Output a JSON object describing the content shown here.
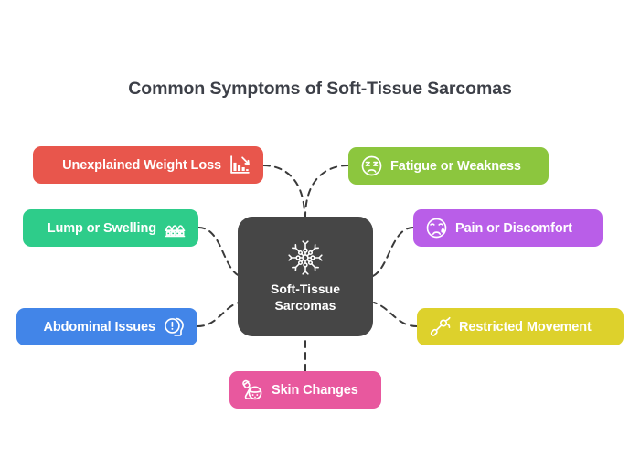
{
  "page": {
    "background_color": "#ffffff",
    "title": "Common Symptoms of Soft-Tissue Sarcomas",
    "title_color": "#3d4048"
  },
  "center": {
    "label": "Soft-Tissue\nSarcomas",
    "icon": "cell-molecule-icon",
    "background_color": "#464646",
    "text_color": "#ffffff"
  },
  "branches": [
    {
      "key": "weight_loss",
      "label": "Unexplained Weight Loss",
      "icon": "declining-bar-chart-icon",
      "color": "#e8564c",
      "side": "left",
      "icon_position": "right"
    },
    {
      "key": "lump",
      "label": "Lump or Swelling",
      "icon": "swelling-bandage-icon",
      "color": "#2ecc8a",
      "side": "left",
      "icon_position": "right"
    },
    {
      "key": "abdominal",
      "label": "Abdominal Issues",
      "icon": "head-alert-icon",
      "color": "#4285e8",
      "side": "left",
      "icon_position": "right"
    },
    {
      "key": "skin",
      "label": "Skin Changes",
      "icon": "skin-dermatology-icon",
      "color": "#e8589e",
      "side": "bottom",
      "icon_position": "left"
    },
    {
      "key": "fatigue",
      "label": "Fatigue or Weakness",
      "icon": "tired-face-icon",
      "color": "#8cc63e",
      "side": "right",
      "icon_position": "left"
    },
    {
      "key": "pain",
      "label": "Pain or Discomfort",
      "icon": "crying-face-icon",
      "color": "#b95ee8",
      "side": "right",
      "icon_position": "left"
    },
    {
      "key": "restricted",
      "label": "Restricted Movement",
      "icon": "joint-bone-icon",
      "color": "#ddd12c",
      "side": "right",
      "icon_position": "left"
    }
  ],
  "connectors": {
    "style": "dashed",
    "color": "#3a3a3a"
  }
}
